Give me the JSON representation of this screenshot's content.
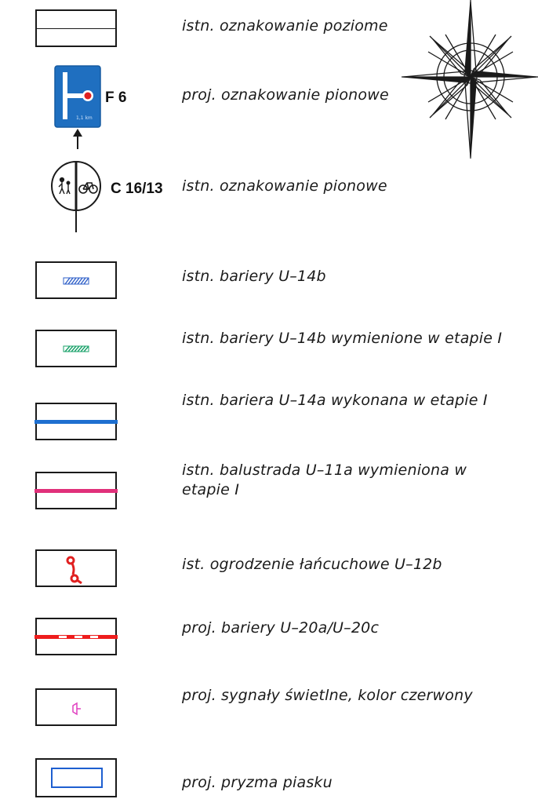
{
  "legend": [
    {
      "id": "row1",
      "label": "istn. oznakowanie poziome"
    },
    {
      "id": "row2",
      "label": "proj. oznakowanie pionowe",
      "code": "F 6"
    },
    {
      "id": "row3",
      "label": "istn. oznakowanie pionowe",
      "code": "C 16/13"
    },
    {
      "id": "row4",
      "label": "istn. bariery U–14b"
    },
    {
      "id": "row5",
      "label": "istn. bariery U–14b wymienione w etapie I"
    },
    {
      "id": "row6",
      "label": "istn. bariera U–14a wykonana w etapie I"
    },
    {
      "id": "row7",
      "label": "istn. balustrada U–11a wymieniona w etapie I"
    },
    {
      "id": "row8",
      "label": "ist. ogrodzenie łańcuchowe U–12b"
    },
    {
      "id": "row9",
      "label": "proj. bariery U–20a/U–20c"
    },
    {
      "id": "row10",
      "label": "proj. sygnały świetlne, kolor czerwony"
    },
    {
      "id": "row11",
      "label": "proj. pryzma piasku"
    }
  ],
  "sign_f6_subtext": "1,1 km",
  "colors": {
    "line_black": "#1a1a1a",
    "sign_blue": "#1f6fc0",
    "hatch_blue": "#2e5fc8",
    "hatch_green": "#1aa26a",
    "barrier_blue": "#1e6fd0",
    "balustrade_magenta": "#e0307a",
    "chain_red": "#e02020",
    "barrier_red": "#ee1c1c",
    "signal_magenta": "#e040c0",
    "prism_blue": "#1e5fd0"
  },
  "icons": [
    "compass-rose-icon",
    "f6-sign-icon",
    "c16-13-sign-icon",
    "chain-icon",
    "signal-light-icon"
  ]
}
